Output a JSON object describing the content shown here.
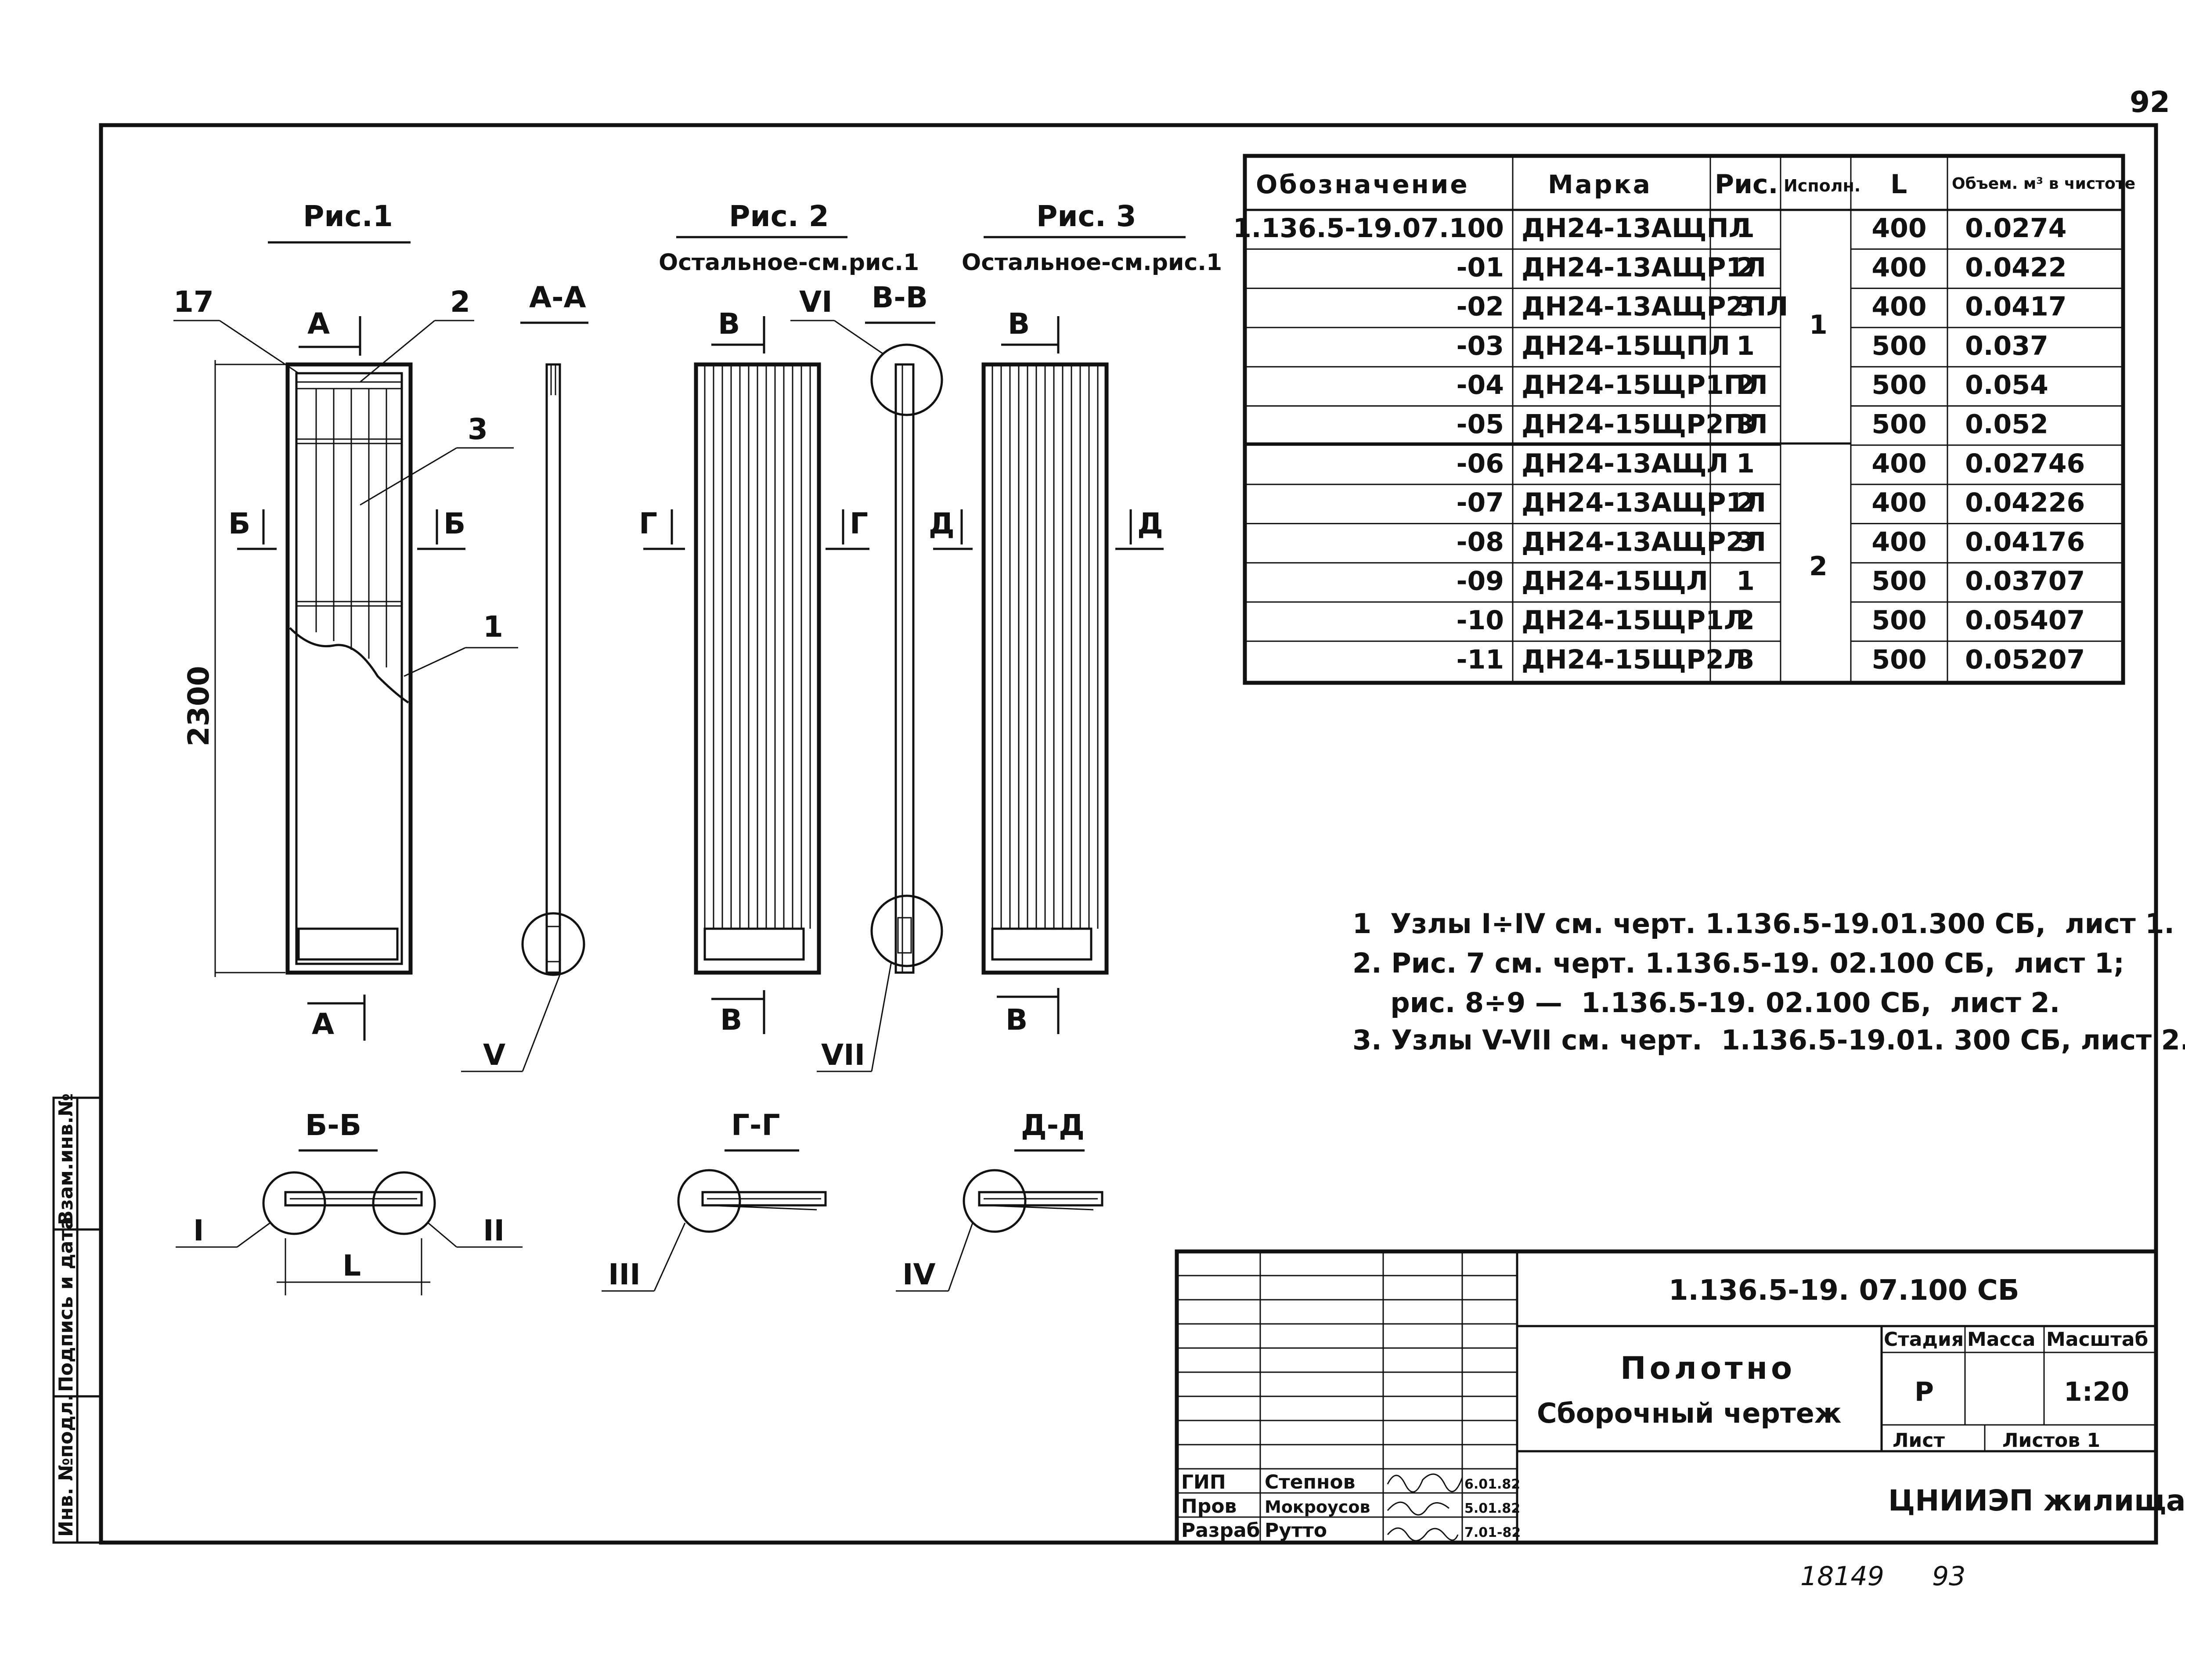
{
  "page_number": "92",
  "figures": {
    "fig1": {
      "title": "Рис.1",
      "section_aa": "А-А",
      "dim_height": "2300",
      "callouts": [
        "17",
        "2",
        "3",
        "1"
      ],
      "cut_a": "А",
      "cut_b": "Б",
      "node_v": "V"
    },
    "fig2": {
      "title": "Рис. 2",
      "subtitle": "Остальное-см.рис.1",
      "section_vv": "В-В",
      "node_vi": "VI",
      "node_vii": "VII",
      "cut_g": "Г",
      "cut_v": "В"
    },
    "fig3": {
      "title": "Рис. 3",
      "subtitle": "Остальное-см.рис.1",
      "cut_d": "Д",
      "cut_v": "В"
    }
  },
  "sections": {
    "bb": {
      "title": "Б-Б",
      "node_left": "I",
      "node_right": "II",
      "dim": "L"
    },
    "gg": {
      "title": "Г-Г",
      "node": "III"
    },
    "dd": {
      "title": "Д-Д",
      "node": "IV"
    }
  },
  "spec_table": {
    "headers": [
      "Обозначение",
      "Марка",
      "Рис.",
      "Исполн.",
      "L",
      "Объем. м³ в чистоте"
    ],
    "rows": [
      {
        "designation": "1.136.5-19.07.100",
        "mark": "ДН24-13АЩПЛ",
        "fig": "1",
        "L": "400",
        "volume": "0.0274"
      },
      {
        "designation": "-01",
        "mark": "ДН24-13АЩР1Л",
        "fig": "2",
        "L": "400",
        "volume": "0.0422"
      },
      {
        "designation": "-02",
        "mark": "ДН24-13АЩР2ПЛ",
        "fig": "3",
        "L": "400",
        "volume": "0.0417"
      },
      {
        "designation": "-03",
        "mark": "ДН24-15ЩПЛ",
        "fig": "1",
        "L": "500",
        "volume": "0.037"
      },
      {
        "designation": "-04",
        "mark": "ДН24-15ЩР1ПЛ",
        "fig": "2",
        "L": "500",
        "volume": "0.054"
      },
      {
        "designation": "-05",
        "mark": "ДН24-15ЩР2ПЛ",
        "fig": "3",
        "L": "500",
        "volume": "0.052"
      },
      {
        "designation": "-06",
        "mark": "ДН24-13АЩЛ",
        "fig": "1",
        "L": "400",
        "volume": "0.02746"
      },
      {
        "designation": "-07",
        "mark": "ДН24-13АЩР1Л",
        "fig": "2",
        "L": "400",
        "volume": "0.04226"
      },
      {
        "designation": "-08",
        "mark": "ДН24-13АЩР2Л",
        "fig": "3",
        "L": "400",
        "volume": "0.04176"
      },
      {
        "designation": "-09",
        "mark": "ДН24-15ЩЛ",
        "fig": "1",
        "L": "500",
        "volume": "0.03707"
      },
      {
        "designation": "-10",
        "mark": "ДН24-15ЩР1Л",
        "fig": "2",
        "L": "500",
        "volume": "0.05407"
      },
      {
        "designation": "-11",
        "mark": "ДН24-15ЩР2Л",
        "fig": "3",
        "L": "500",
        "volume": "0.05207"
      }
    ],
    "versions": [
      "1",
      "2"
    ]
  },
  "notes": [
    "1  Узлы I÷IV см. черт. 1.136.5-19.01.300 СБ,  лист 1.",
    "2. Рис. 7 см. черт. 1.136.5-19. 02.100 СБ,  лист 1;",
    "    рис. 8÷9 —  1.136.5-19. 02.100 СБ,  лист 2.",
    "3. Узлы V-VII см. черт.  1.136.5-19.01. 300 СБ, лист 2."
  ],
  "side_stamp": {
    "inv_orig": "Инв. №подл.",
    "signature_date": "Подпись и дата",
    "inv_vzam": "Взам.инв.№"
  },
  "title_block": {
    "doc_code": "1.136.5-19. 07.100 СБ",
    "name_line1": "Полотно",
    "name_line2": "Сборочный чертеж",
    "stage_label": "Стадия",
    "mass_label": "Масса",
    "scale_label": "Масштаб",
    "stage": "Р",
    "mass": "",
    "scale": "1:20",
    "sheet_label": "Лист",
    "sheets_label": "Листов 1",
    "organization": "ЦНИИЭП жилища",
    "people": [
      {
        "role": "ГИП",
        "name": "Степнов",
        "date": "6.01.82"
      },
      {
        "role": "Пров",
        "name": "Мокроусов",
        "date": "5.01.82"
      },
      {
        "role": "Разраб",
        "name": "Рутто",
        "date": "7.01-82"
      }
    ]
  },
  "bottom_numbers": {
    "left": "18149",
    "right": "93"
  }
}
